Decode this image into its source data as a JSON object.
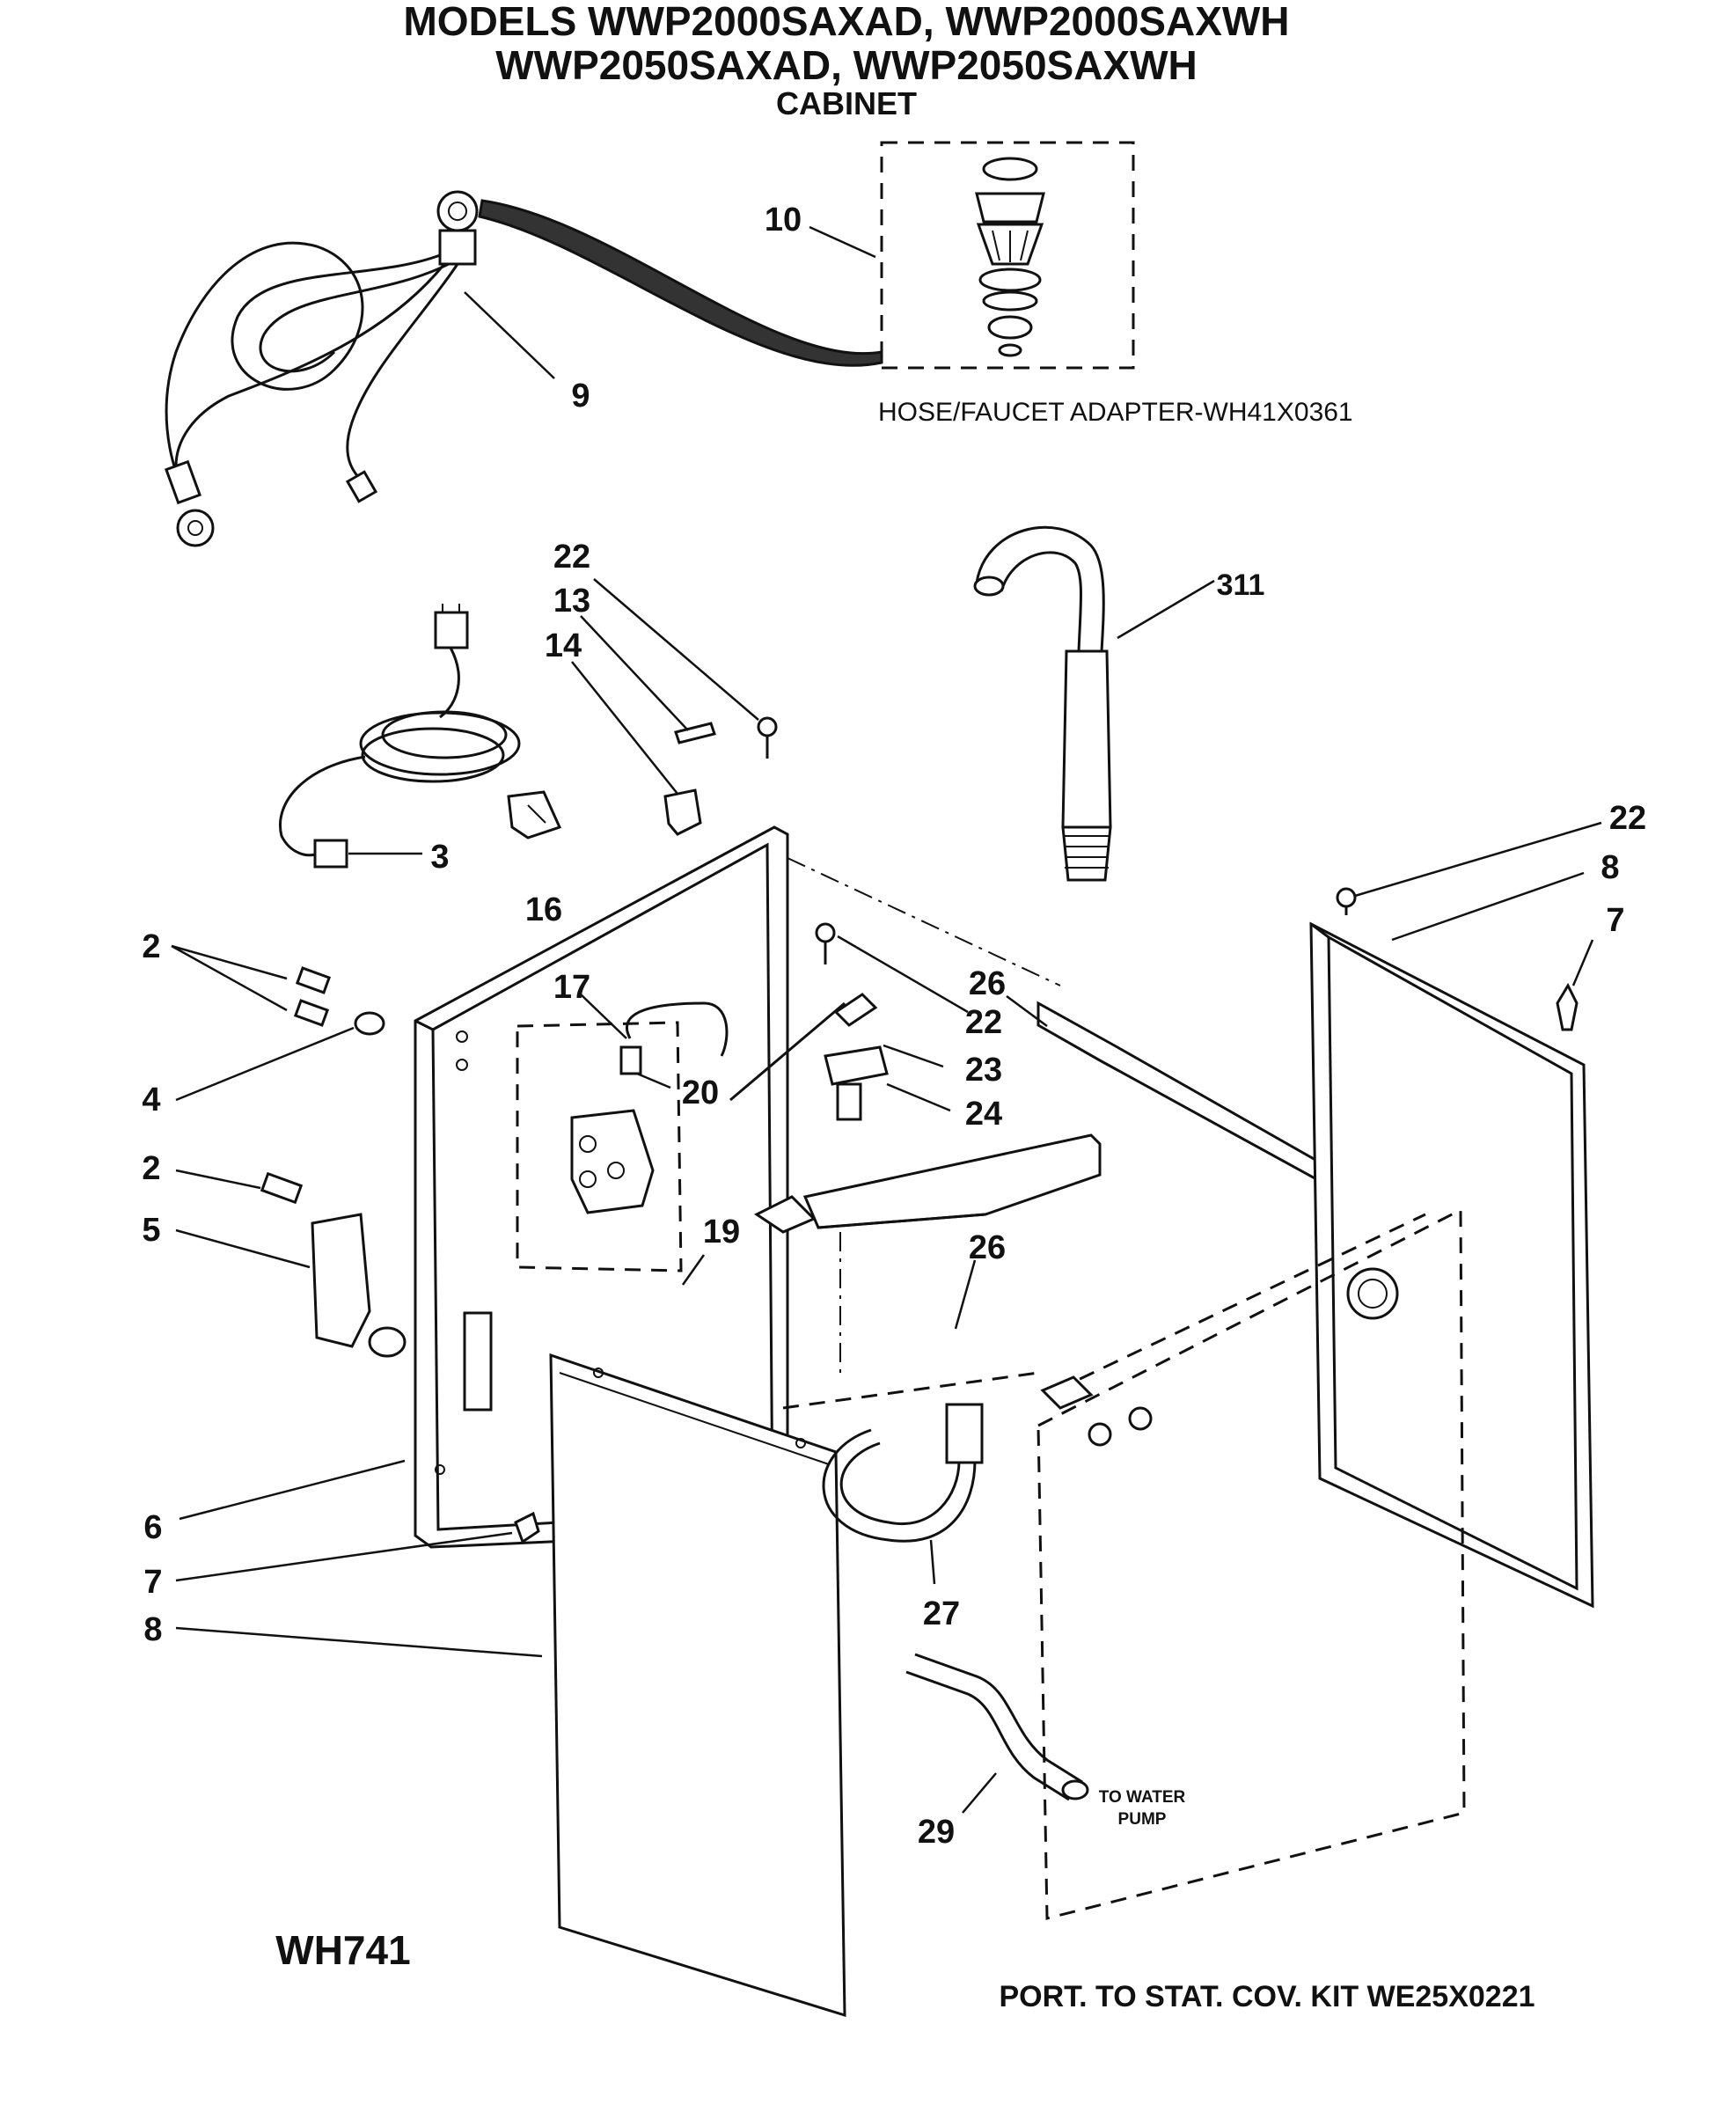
{
  "header": {
    "title_line1": "MODELS WWP2000SAXAD, WWP2000SAXWH",
    "title_line2": "WWP2050SAXAD, WWP2050SAXWH",
    "section": "CABINET"
  },
  "notes": {
    "adapter": "HOSE/FAUCET ADAPTER-WH41X0361",
    "pump": [
      "TO WATER",
      "PUMP"
    ],
    "diagram_code": "WH741",
    "kit": "PORT. TO STAT. COV. KIT WE25X0221"
  },
  "callouts": [
    {
      "id": "c10",
      "label": "10"
    },
    {
      "id": "c9",
      "label": "9"
    },
    {
      "id": "c22a",
      "label": "22"
    },
    {
      "id": "c13",
      "label": "13"
    },
    {
      "id": "c14",
      "label": "14"
    },
    {
      "id": "c311",
      "label": "311"
    },
    {
      "id": "c3",
      "label": "3"
    },
    {
      "id": "c16",
      "label": "16"
    },
    {
      "id": "c22b",
      "label": "22"
    },
    {
      "id": "c8a",
      "label": "8"
    },
    {
      "id": "c7a",
      "label": "7"
    },
    {
      "id": "c2a",
      "label": "2"
    },
    {
      "id": "c17",
      "label": "17"
    },
    {
      "id": "c26a",
      "label": "26"
    },
    {
      "id": "c22c",
      "label": "22"
    },
    {
      "id": "c23",
      "label": "23"
    },
    {
      "id": "c4",
      "label": "4"
    },
    {
      "id": "c20",
      "label": "20"
    },
    {
      "id": "c24",
      "label": "24"
    },
    {
      "id": "c2b",
      "label": "2"
    },
    {
      "id": "c5",
      "label": "5"
    },
    {
      "id": "c19",
      "label": "19"
    },
    {
      "id": "c26b",
      "label": "26"
    },
    {
      "id": "c6",
      "label": "6"
    },
    {
      "id": "c7b",
      "label": "7"
    },
    {
      "id": "c8b",
      "label": "8"
    },
    {
      "id": "c27",
      "label": "27"
    },
    {
      "id": "c29",
      "label": "29"
    }
  ]
}
